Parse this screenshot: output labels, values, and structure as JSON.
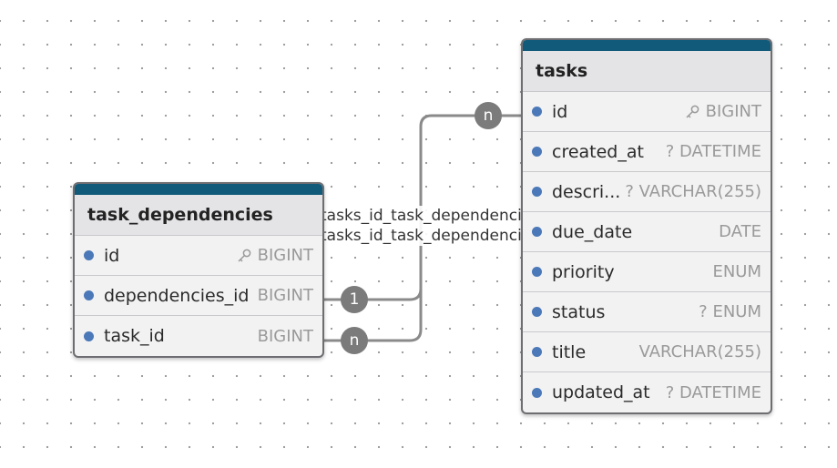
{
  "tables": {
    "task_dependencies": {
      "title": "task_dependencies",
      "fields": [
        {
          "name": "id",
          "type": "BIGINT",
          "key": true
        },
        {
          "name": "dependencies_id",
          "type": "BIGINT",
          "key": false
        },
        {
          "name": "task_id",
          "type": "BIGINT",
          "key": false
        }
      ]
    },
    "tasks": {
      "title": "tasks",
      "fields": [
        {
          "name": "id",
          "type": "BIGINT",
          "key": true
        },
        {
          "name": "created_at",
          "type": "? DATETIME",
          "key": false
        },
        {
          "name": "descri...",
          "type": "? VARCHAR(255)",
          "key": false
        },
        {
          "name": "due_date",
          "type": "DATE",
          "key": false
        },
        {
          "name": "priority",
          "type": "ENUM",
          "key": false
        },
        {
          "name": "status",
          "type": "? ENUM",
          "key": false
        },
        {
          "name": "title",
          "type": "VARCHAR(255)",
          "key": false
        },
        {
          "name": "updated_at",
          "type": "? DATETIME",
          "key": false
        }
      ]
    }
  },
  "relations": {
    "label_1": "tasks_id_task_dependencies_dependencies_id",
    "label_2": "tasks_id_task_dependencies_task_id",
    "cardinality_tasks": "n",
    "cardinality_dependencies": "1",
    "cardinality_task_id": "n"
  },
  "colors": {
    "header_bar": "#125a7a",
    "field_dot": "#4a78b8",
    "connector": "#8a8a8a",
    "badge": "#7b7b7b"
  },
  "icons": {
    "primary_key": "key-icon"
  }
}
